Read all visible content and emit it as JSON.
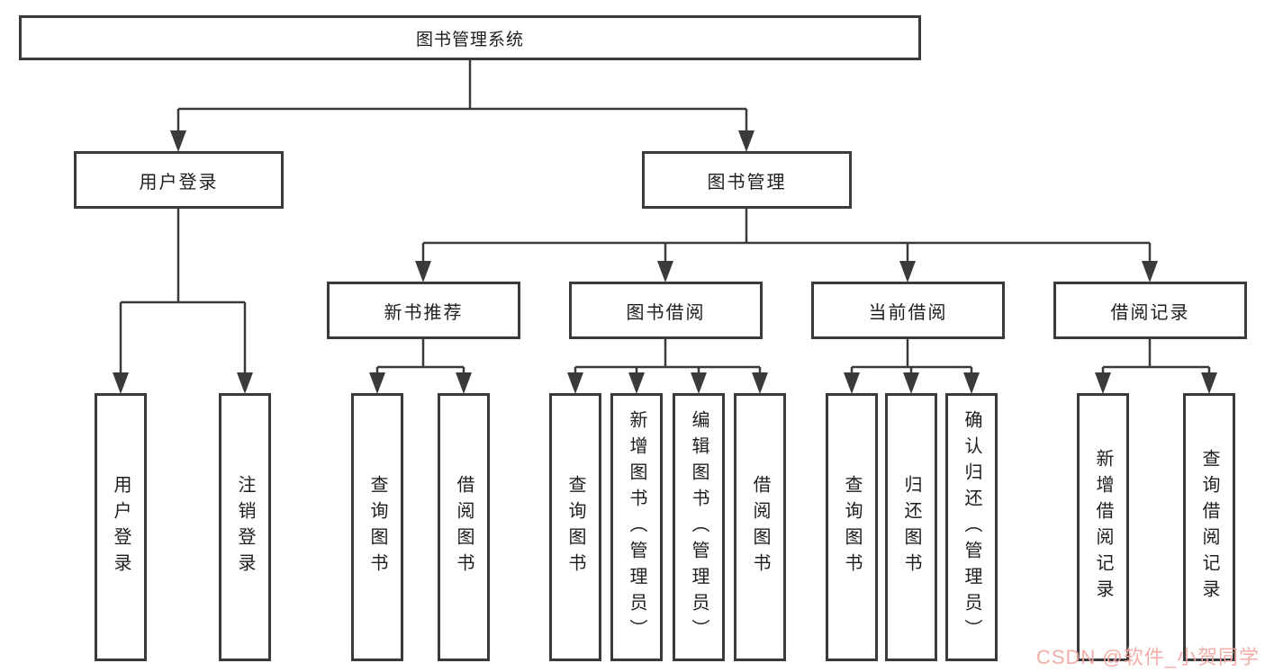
{
  "diagram": {
    "type": "tree",
    "title_node": "图书管理系统",
    "level2": [
      {
        "label": "用户登录"
      },
      {
        "label": "图书管理"
      }
    ],
    "level3": [
      {
        "label": "新书推荐",
        "parent": "图书管理"
      },
      {
        "label": "图书借阅",
        "parent": "图书管理"
      },
      {
        "label": "当前借阅",
        "parent": "图书管理"
      },
      {
        "label": "借阅记录",
        "parent": "图书管理"
      }
    ],
    "leaves": {
      "user_login": [
        {
          "label": "用户登录"
        },
        {
          "label": "注销登录"
        }
      ],
      "new_book_recommend": [
        {
          "label": "查询图书"
        },
        {
          "label": "借阅图书"
        }
      ],
      "book_borrowing": [
        {
          "label": "查询图书"
        },
        {
          "label": "新增图书（管理员）"
        },
        {
          "label": "编辑图书（管理员）"
        },
        {
          "label": "借阅图书"
        }
      ],
      "current_borrowing": [
        {
          "label": "查询图书"
        },
        {
          "label": "归还图书"
        },
        {
          "label": "确认归还（管理员）"
        }
      ],
      "borrowing_records": [
        {
          "label": "新增借阅记录"
        },
        {
          "label": "查询借阅记录"
        }
      ]
    }
  },
  "watermark": {
    "text": "CSDN @软件_小贺同学",
    "color": "#f2a7a2"
  },
  "colors": {
    "line": "#3a3a3a",
    "box_border": "#3a3a3a",
    "text": "#1e1e1e",
    "background": "#ffffff"
  }
}
